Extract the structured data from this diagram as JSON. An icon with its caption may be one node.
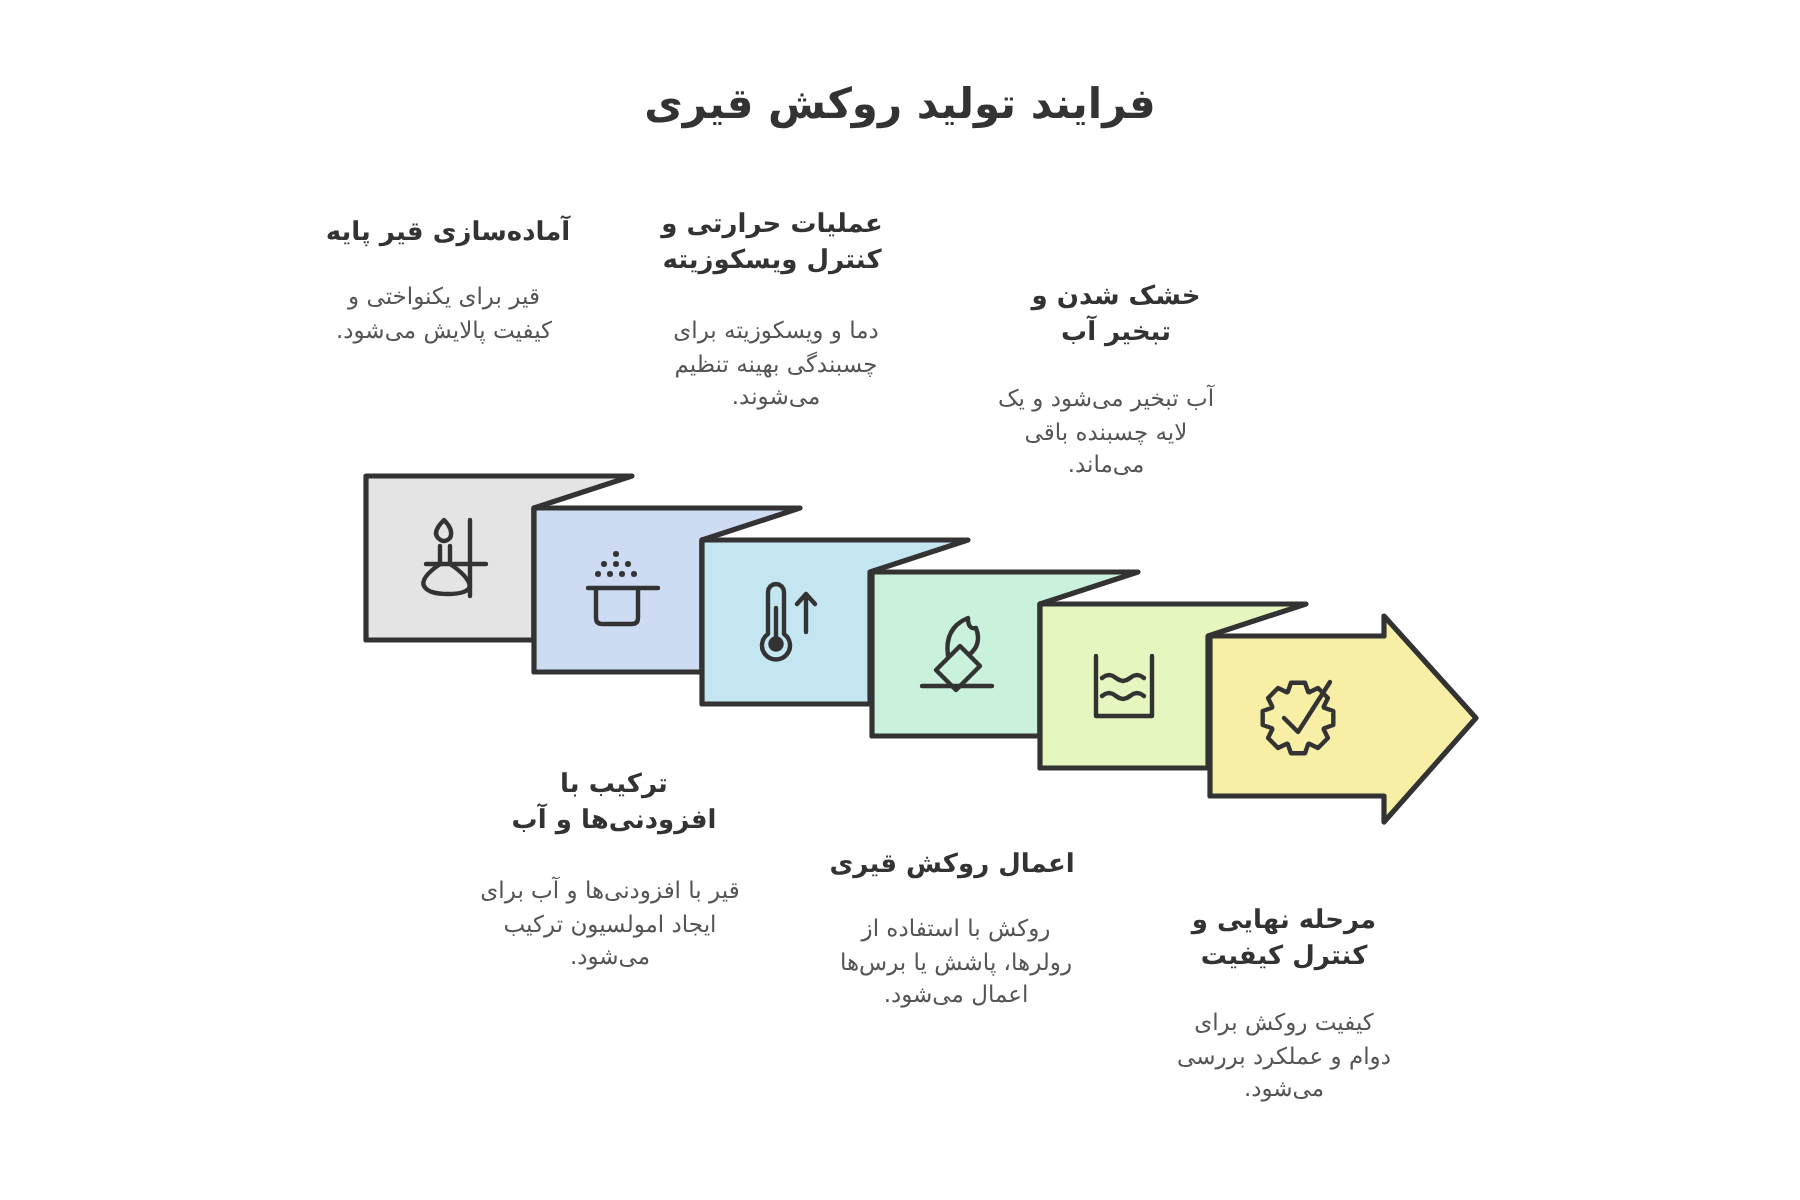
{
  "diagram": {
    "title": "فرایند تولید روکش قیری",
    "nodes": [
      {
        "text": [],
        "shape": "box",
        "beside": [
          "آماده‌سازی قیر پایه",
          "قیر برای یکنواختی و کیفیت پالایش می‌شود."
        ]
      },
      {
        "text": [],
        "shape": "box",
        "beside": [
          "ترکیب با افزودنی‌ها و آب",
          "قیر با افزودنی‌ها و آب برای ایجاد امولسیون ترکیب می‌شود."
        ]
      },
      {
        "text": [],
        "shape": "box",
        "beside": [
          "عملیات حرارتی و کنترل ویسکوزیته",
          "دما و ویسکوزیته برای چسبندگی بهینه تنظیم می‌شوند."
        ]
      },
      {
        "text": [],
        "shape": "box",
        "beside": [
          "اعمال روکش قیری",
          "روکش با استفاده از رولرها، پاشش یا برس‌ها اعمال می‌شود."
        ]
      },
      {
        "text": [],
        "shape": "box",
        "beside": [
          "خشک شدن و تبخیر آب",
          "آب تبخیر می‌شود و یک لایه چسبنده باقی می‌ماند."
        ]
      },
      {
        "text": [],
        "shape": "arrow",
        "beside": [
          "مرحله نهایی و کنترل کیفیت",
          "کیفیت روکش برای دوام و عملکرد بررسی می‌شود."
        ]
      }
    ]
  }
}
